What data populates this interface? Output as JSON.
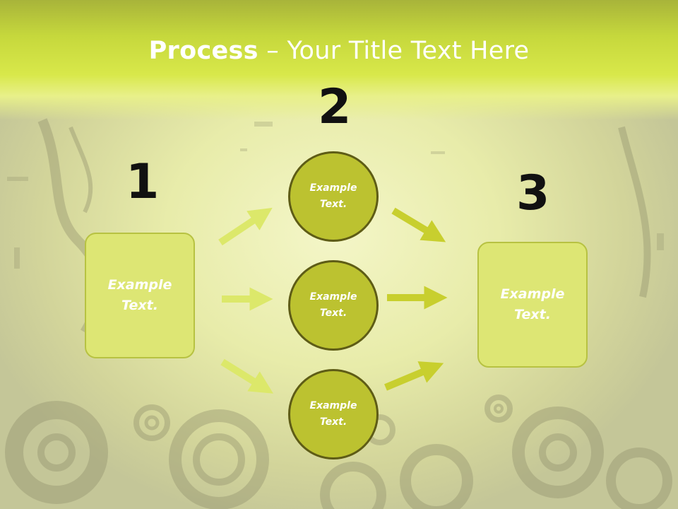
{
  "title": {
    "bold": "Process",
    "rest": " – Your Title Text Here"
  },
  "steps": {
    "one": {
      "number": "1",
      "box_text": "Example Text."
    },
    "two": {
      "number": "2",
      "circles": [
        "Example Text.",
        "Example Text.",
        "Example Text."
      ]
    },
    "three": {
      "number": "3",
      "box_text": "Example Text."
    }
  },
  "colors": {
    "title_bar": "#c6d83c",
    "box_fill": "#dde674",
    "circle_fill": "#bcc230",
    "circle_border": "#5e5c16",
    "arrow_light": "#dce86a",
    "arrow_dark": "#c8cf2e"
  }
}
